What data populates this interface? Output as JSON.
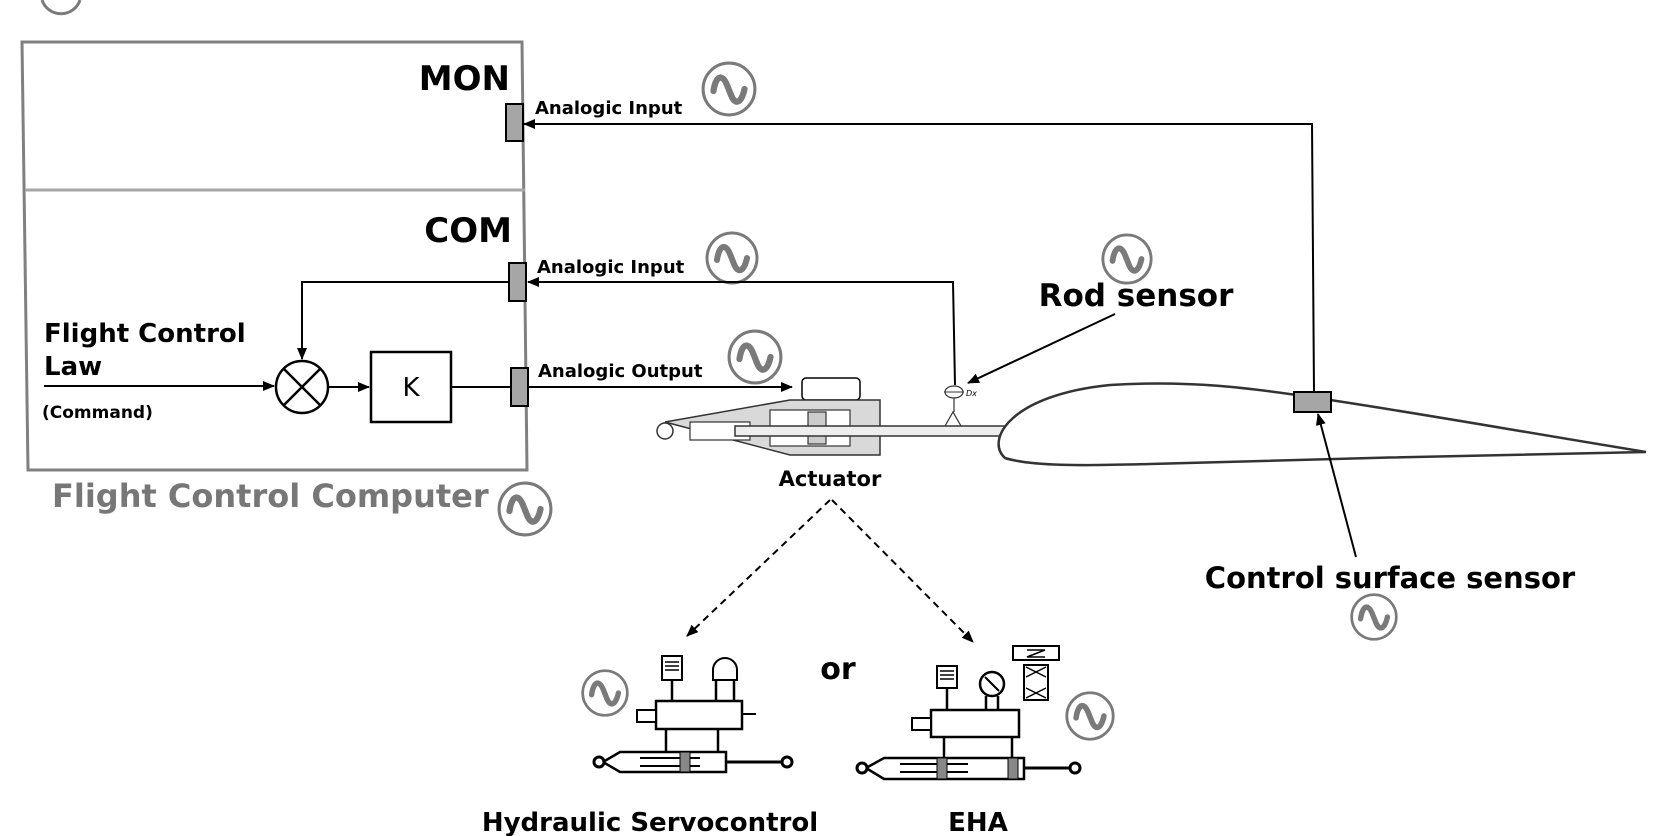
{
  "diagram": {
    "computer": {
      "title": "Flight Control Computer",
      "mon_label": "MON",
      "com_label": "COM",
      "law_label_line1": "Flight Control",
      "law_label_line2": "Law",
      "command_label": "(Command)",
      "gain_label": "K"
    },
    "ports": {
      "mon_input": "Analogic Input",
      "com_input": "Analogic Input",
      "com_output": "Analogic Output"
    },
    "components": {
      "actuator": "Actuator",
      "rod_sensor": "Rod sensor",
      "rod_sensor_tag": "Dx",
      "control_surface_sensor": "Control surface sensor",
      "hydraulic": "Hydraulic Servocontrol",
      "or_label": "or",
      "eha": "EHA"
    },
    "icons": {
      "analog_signal": "sine-wave-in-circle-icon",
      "summing_junction": "circle-x-icon"
    },
    "colors": {
      "line": "#000000",
      "port_fill": "#a6a6a6",
      "frame_gray": "#808080",
      "title_gray": "#777777",
      "signal_icon_gray": "#7a7a7a"
    }
  }
}
